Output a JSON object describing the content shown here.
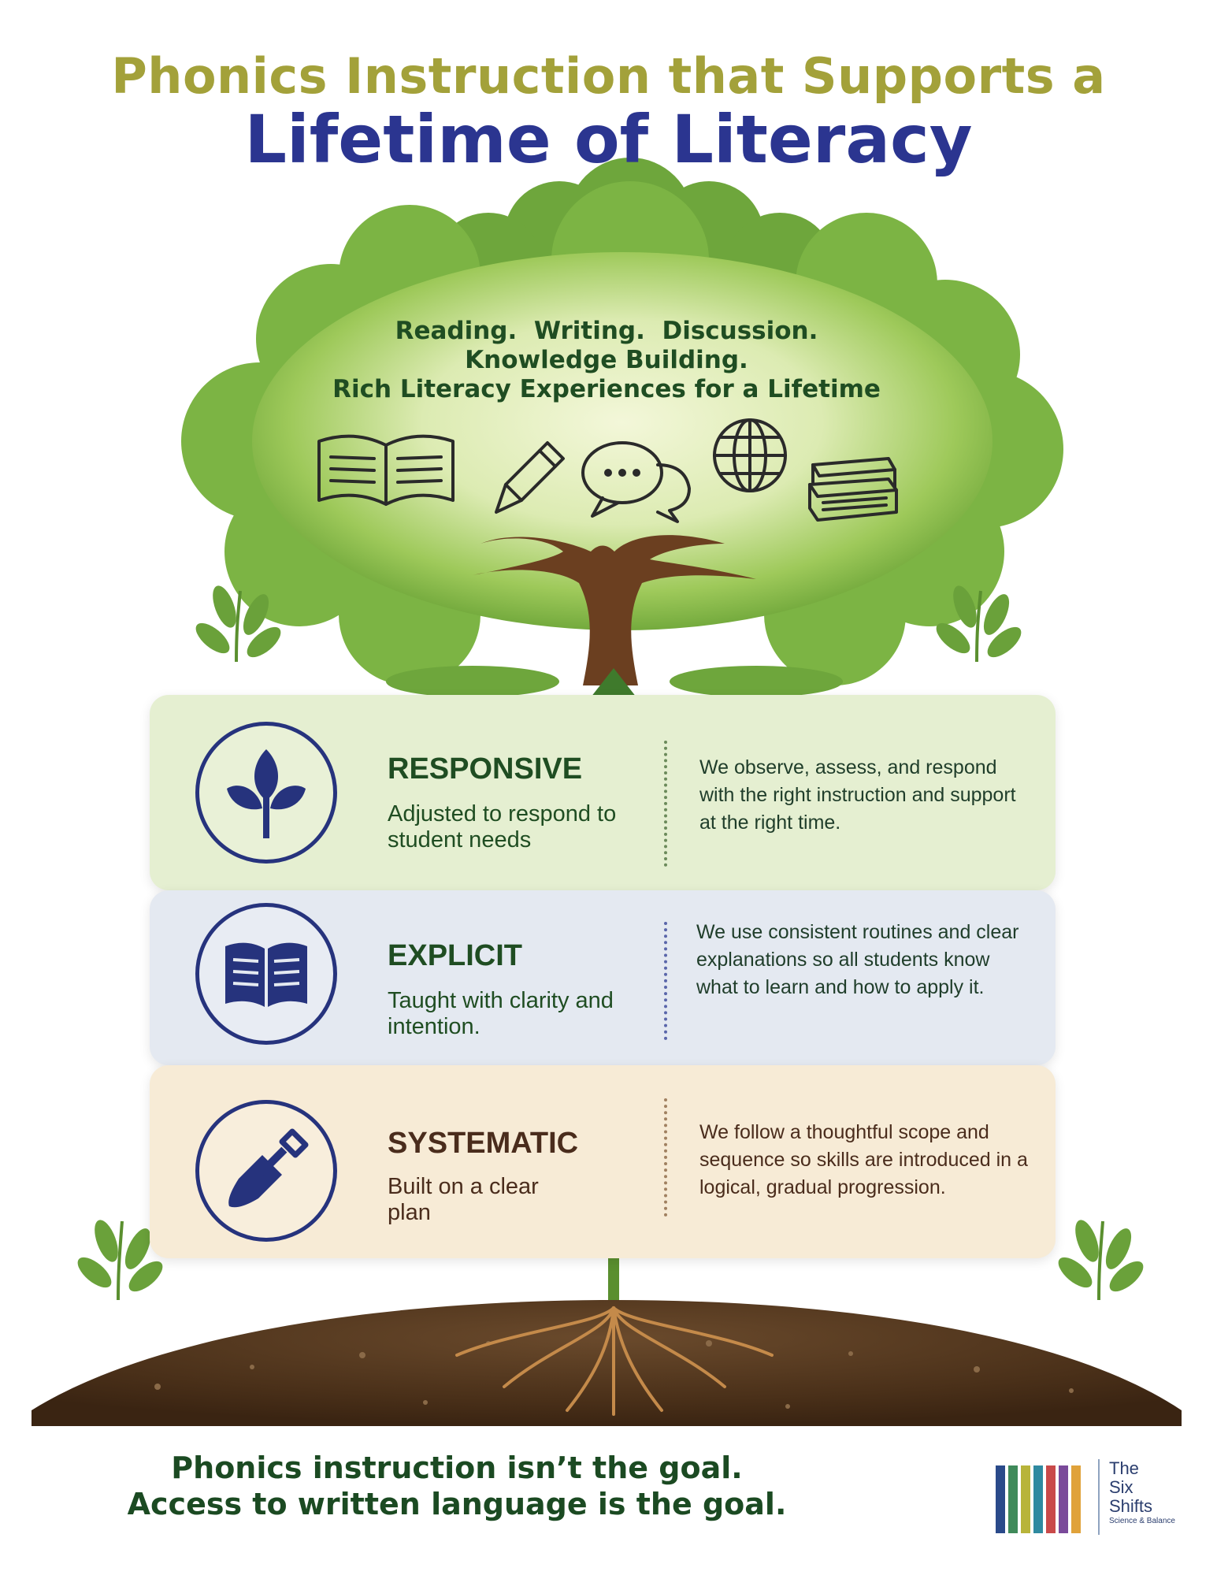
{
  "header": {
    "title_line1": "Phonics Instruction that Supports a",
    "title_line2": "Lifetime of Literacy"
  },
  "canopy": {
    "line1": "Reading.  Writing.  Discussion.",
    "line2": "Knowledge Building.",
    "line3": "Rich Literacy Experiences for a Lifetime",
    "icons": [
      "open-book-icon",
      "pencil-icon",
      "speech-bubbles-icon",
      "globe-icon",
      "book-stack-icon"
    ]
  },
  "tiers": [
    {
      "title": "RESPONSIVE",
      "subtitle": "Adjusted to respond to student needs",
      "description": "We observe, assess, and respond with the right instruction and support at the right time.",
      "icon": "sprout-icon",
      "color": "#1f4d22",
      "background": "#e5efd1"
    },
    {
      "title": "EXPLICIT",
      "subtitle": "Taught with clarity and intention.",
      "description": "We use consistent routines and clear explanations so all students know what to learn and how to apply it.",
      "icon": "book-icon",
      "color": "#1f4d22",
      "background": "#e4e9f1"
    },
    {
      "title": "SYSTEMATIC",
      "subtitle": "Built on a clear plan",
      "description": "We follow a thoughtful scope and sequence so skills are introduced in a logical, gradual progression.",
      "icon": "shovel-icon",
      "color": "#4a2c1c",
      "background": "#f7ebd6"
    }
  ],
  "footer": {
    "message_line1": "Phonics instruction isn’t the goal.",
    "message_line2": "Access to written language is the goal.",
    "logo_line1": "The",
    "logo_line2": "Six",
    "logo_line3": "Shifts",
    "logo_tagline": "Science & Balance"
  }
}
